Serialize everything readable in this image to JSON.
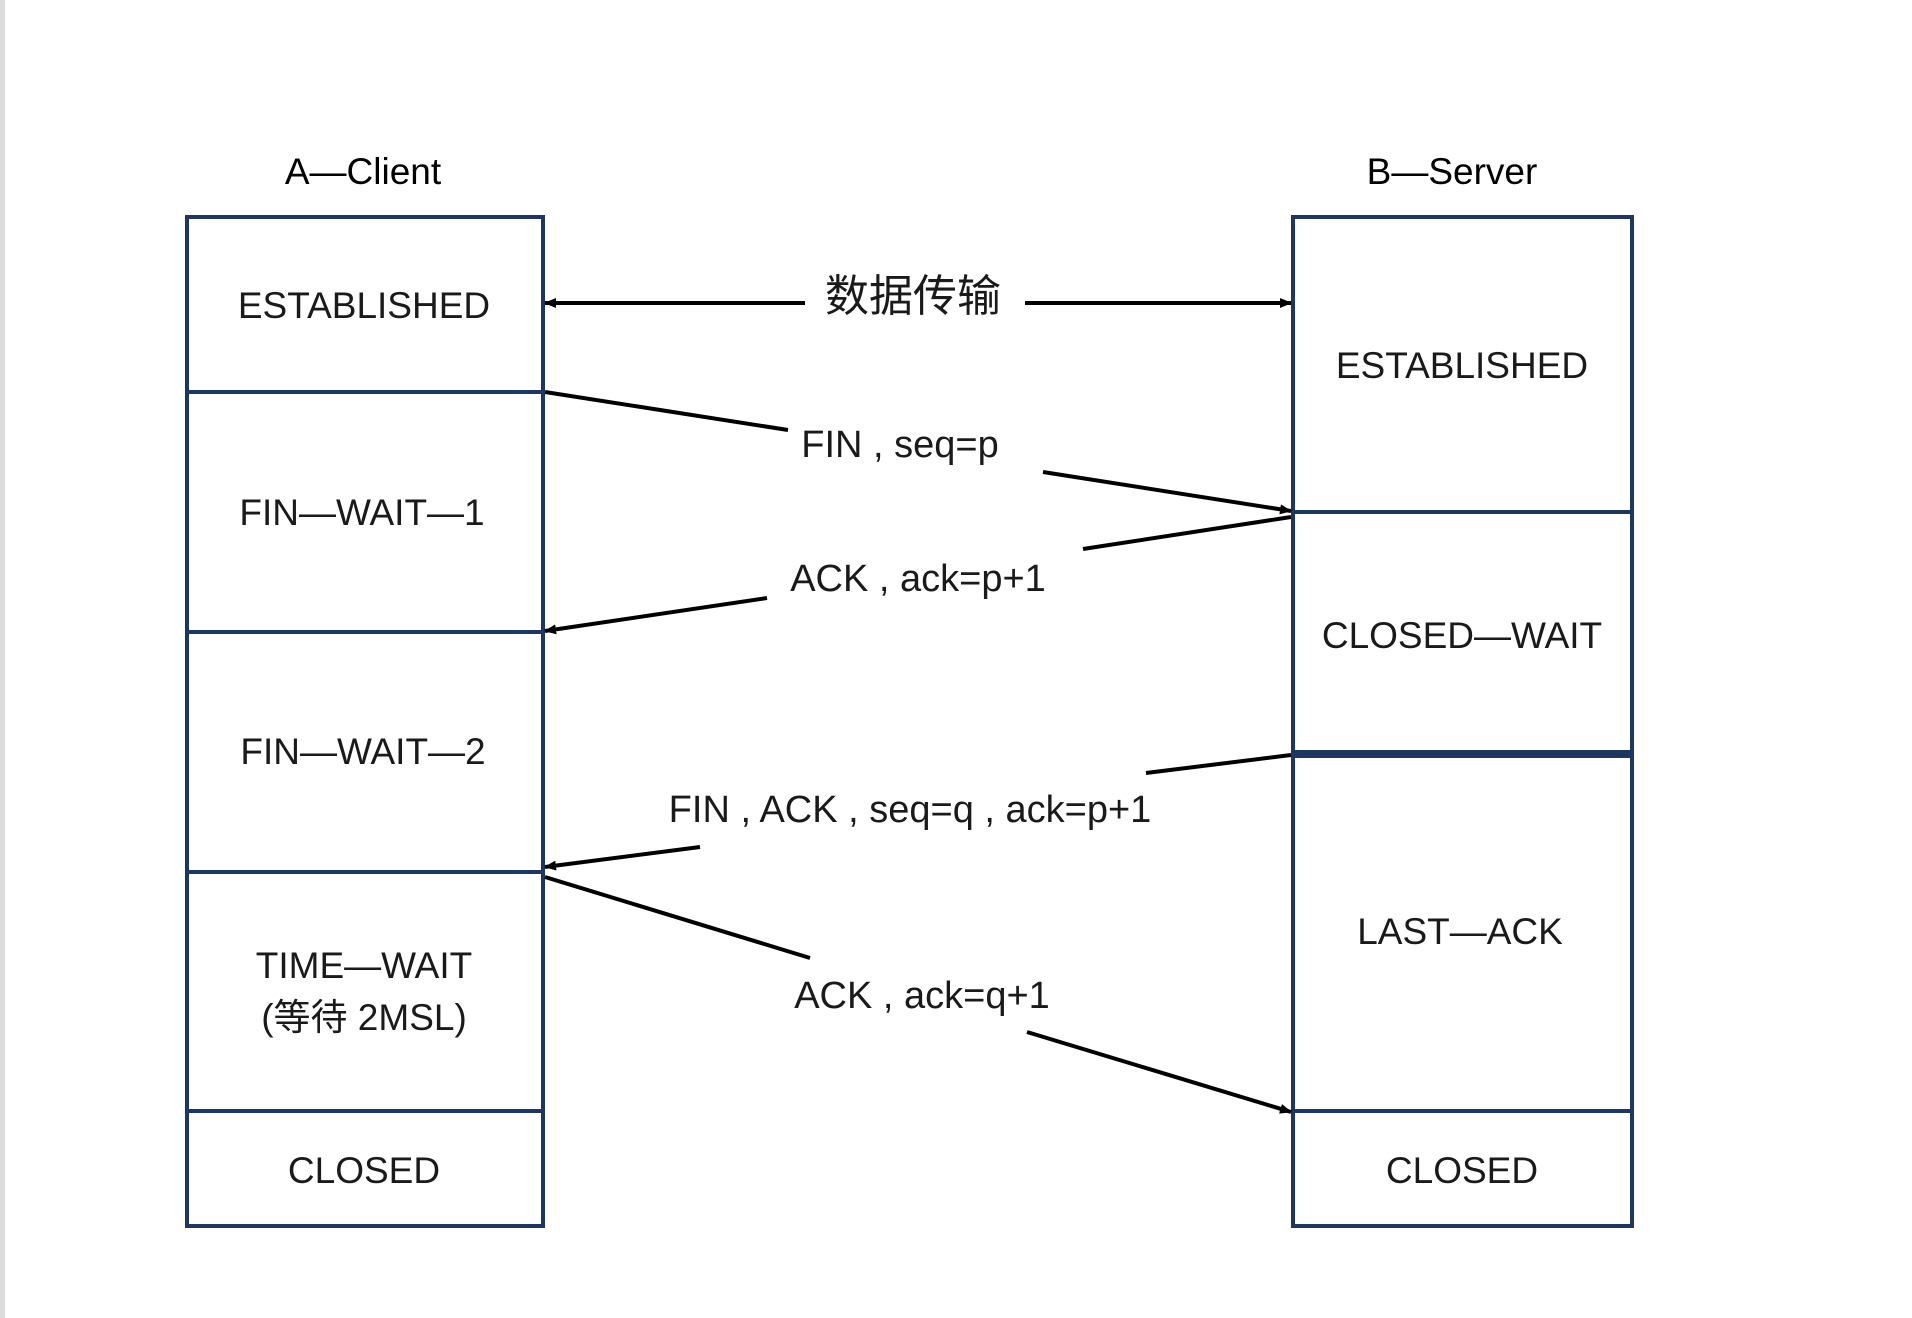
{
  "client": {
    "title": "A—Client",
    "states": [
      "ESTABLISHED",
      "FIN—WAIT—1",
      "FIN—WAIT—2",
      "TIME—WAIT",
      "(等待  2MSL)",
      "CLOSED"
    ]
  },
  "server": {
    "title": "B—Server",
    "states": [
      "ESTABLISHED",
      "CLOSED—WAIT",
      "LAST—ACK",
      "CLOSED"
    ]
  },
  "messages": {
    "data_transfer": "数据传输",
    "fin": "FIN , seq=p",
    "ack1": "ACK , ack=p+1",
    "fin_ack": "FIN , ACK , seq=q , ack=p+1",
    "ack2": "ACK , ack=q+1"
  },
  "colors": {
    "box_border": "#1f3760",
    "arrow": "#000000",
    "text": "#1a1a1a"
  }
}
